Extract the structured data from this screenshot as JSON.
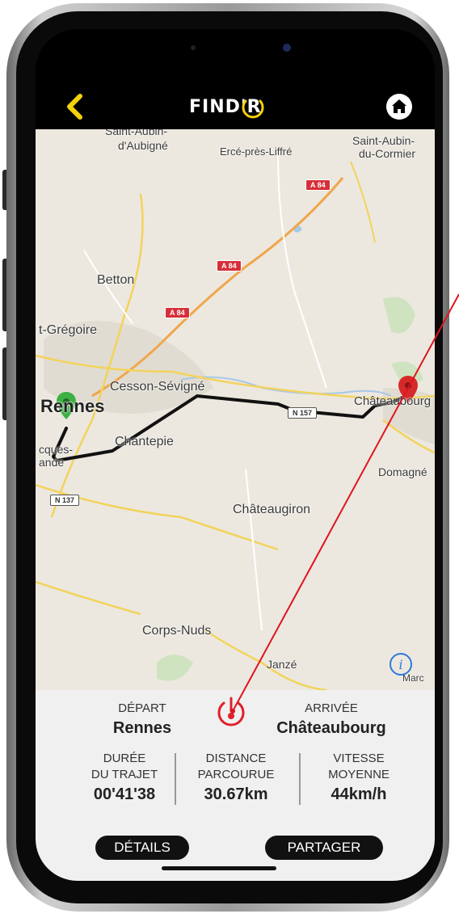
{
  "header": {
    "logo_text": "FIND'R",
    "back_icon": "chevron-left-icon",
    "home_icon": "home-icon",
    "accent_color": "#f5d20a"
  },
  "map": {
    "labels": {
      "saint_aubin_top": "Saint-Aubin-",
      "daubigne": "d'Aubigné",
      "erce": "Ercé-près-Liffré",
      "saint_aubin_cormier_1": "Saint-Aubin-",
      "saint_aubin_cormier_2": "du-Cormier",
      "betton": "Betton",
      "gregoire": "t-Grégoire",
      "cesson": "Cesson-Sévigné",
      "rennes": "Rennes",
      "chateaubourg": "Châteaubourg",
      "chantepie": "Chantepie",
      "jacques_1": "cques-",
      "jacques_2": "ande",
      "domagne": "Domagné",
      "chateaugiron": "Châteaugiron",
      "corps_nuds": "Corps-Nuds",
      "janze": "Janzé",
      "marc": "Marc"
    },
    "shields": {
      "a84_1": "A 84",
      "a84_2": "A 84",
      "a84_3": "A 84",
      "n137": "N 137",
      "n157": "N 157"
    },
    "route_color": "#111111",
    "start_marker_color": "#3cb043",
    "end_marker_color": "#d62a2a",
    "info_icon": "info-icon"
  },
  "trip": {
    "depart_label": "DÉPART",
    "depart_value": "Rennes",
    "arrivee_label": "ARRIVÉE",
    "arrivee_value": "Châteaubourg",
    "duree_label_1": "DURÉE",
    "duree_label_2": "DU TRAJET",
    "duree_value": "00'41'38",
    "distance_label_1": "DISTANCE",
    "distance_label_2": "PARCOURUE",
    "distance_value": "30.67km",
    "vitesse_label_1": "VITESSE",
    "vitesse_label_2": "MOYENNE",
    "vitesse_value": "44km/h",
    "center_icon": "power-icon",
    "center_icon_color": "#e0202a"
  },
  "actions": {
    "details_label": "DÉTAILS",
    "partager_label": "PARTAGER"
  }
}
